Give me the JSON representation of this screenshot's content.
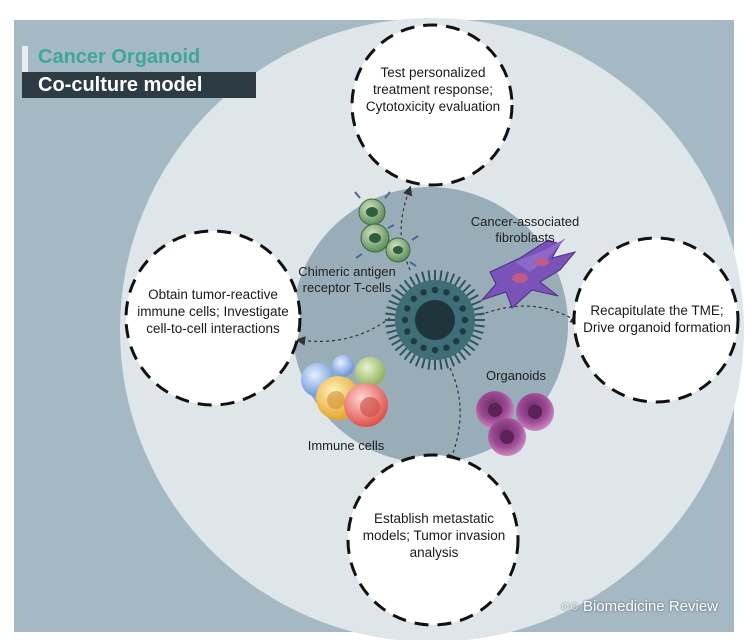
{
  "title": {
    "line1": "Cancer Organoid",
    "line2": "Co-culture model"
  },
  "colors": {
    "background": "#a5b9c4",
    "outer_ring": "#dfe6ea",
    "inner_disk": "#98adb8",
    "title_accent": "#3fa796",
    "title_bar": "#2c3b44"
  },
  "applications": {
    "top": "Test personalized treatment response; Cytotoxicity evaluation",
    "left": "Obtain tumor-reactive immune cells; Investigate cell-to-cell interactions",
    "right": "Recapitulate the TME; Drive organoid formation",
    "bottom": "Establish metastatic models; Tumor invasion analysis"
  },
  "components": {
    "car_t": "Chimeric antigen receptor T-cells",
    "caf": "Cancer-associated fibroblasts",
    "organoids": "Organoids",
    "immune": "Immune cells"
  },
  "watermark": "Biomedicine Review"
}
